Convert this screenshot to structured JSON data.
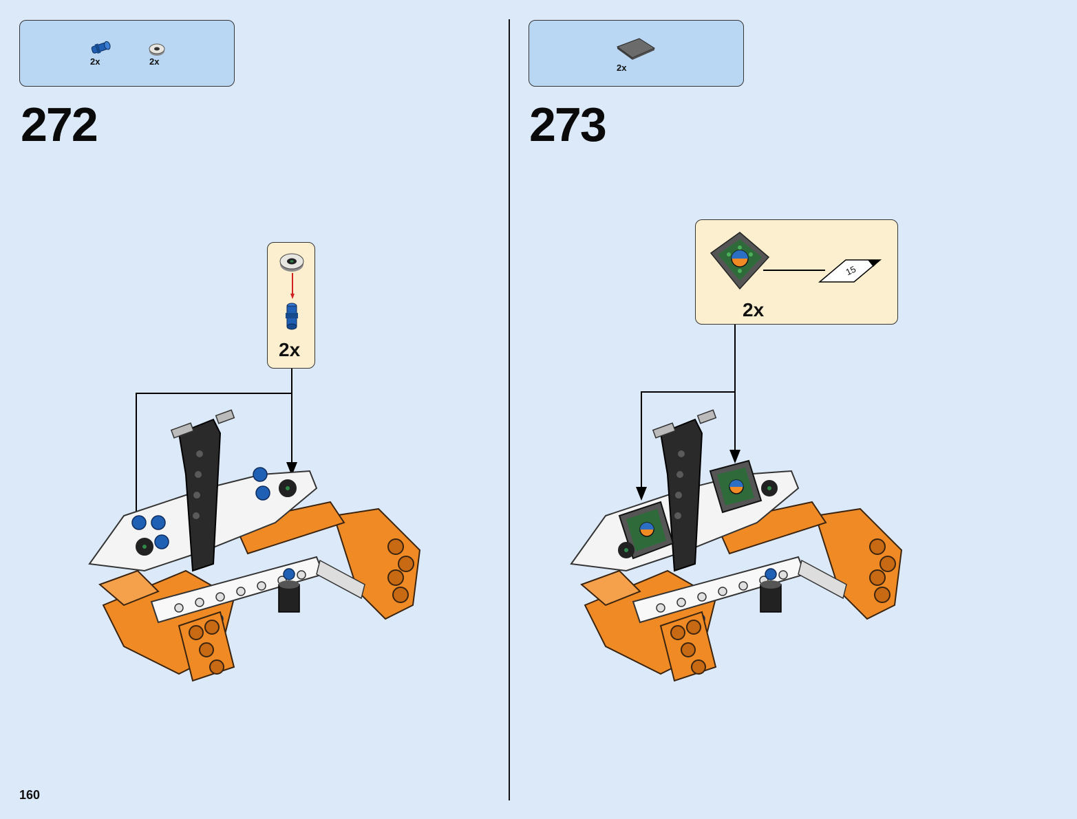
{
  "page_number": "160",
  "steps": [
    {
      "number": "272",
      "parts": [
        {
          "icon": "blue-axle-pin-icon",
          "qty": "2x"
        },
        {
          "icon": "round-tile-icon",
          "qty": "2x"
        }
      ],
      "callout": {
        "qty": "2x"
      }
    },
    {
      "number": "273",
      "parts": [
        {
          "icon": "dark-grey-tile-icon",
          "qty": "2x"
        }
      ],
      "callout": {
        "qty": "2x",
        "sticker_number": "15"
      }
    }
  ],
  "colors": {
    "background": "#dce9f8",
    "parts_box": "#b9d7f2",
    "callout_box": "#fcefcf",
    "orange": "#f08a24",
    "blue": "#1f5fb4"
  }
}
